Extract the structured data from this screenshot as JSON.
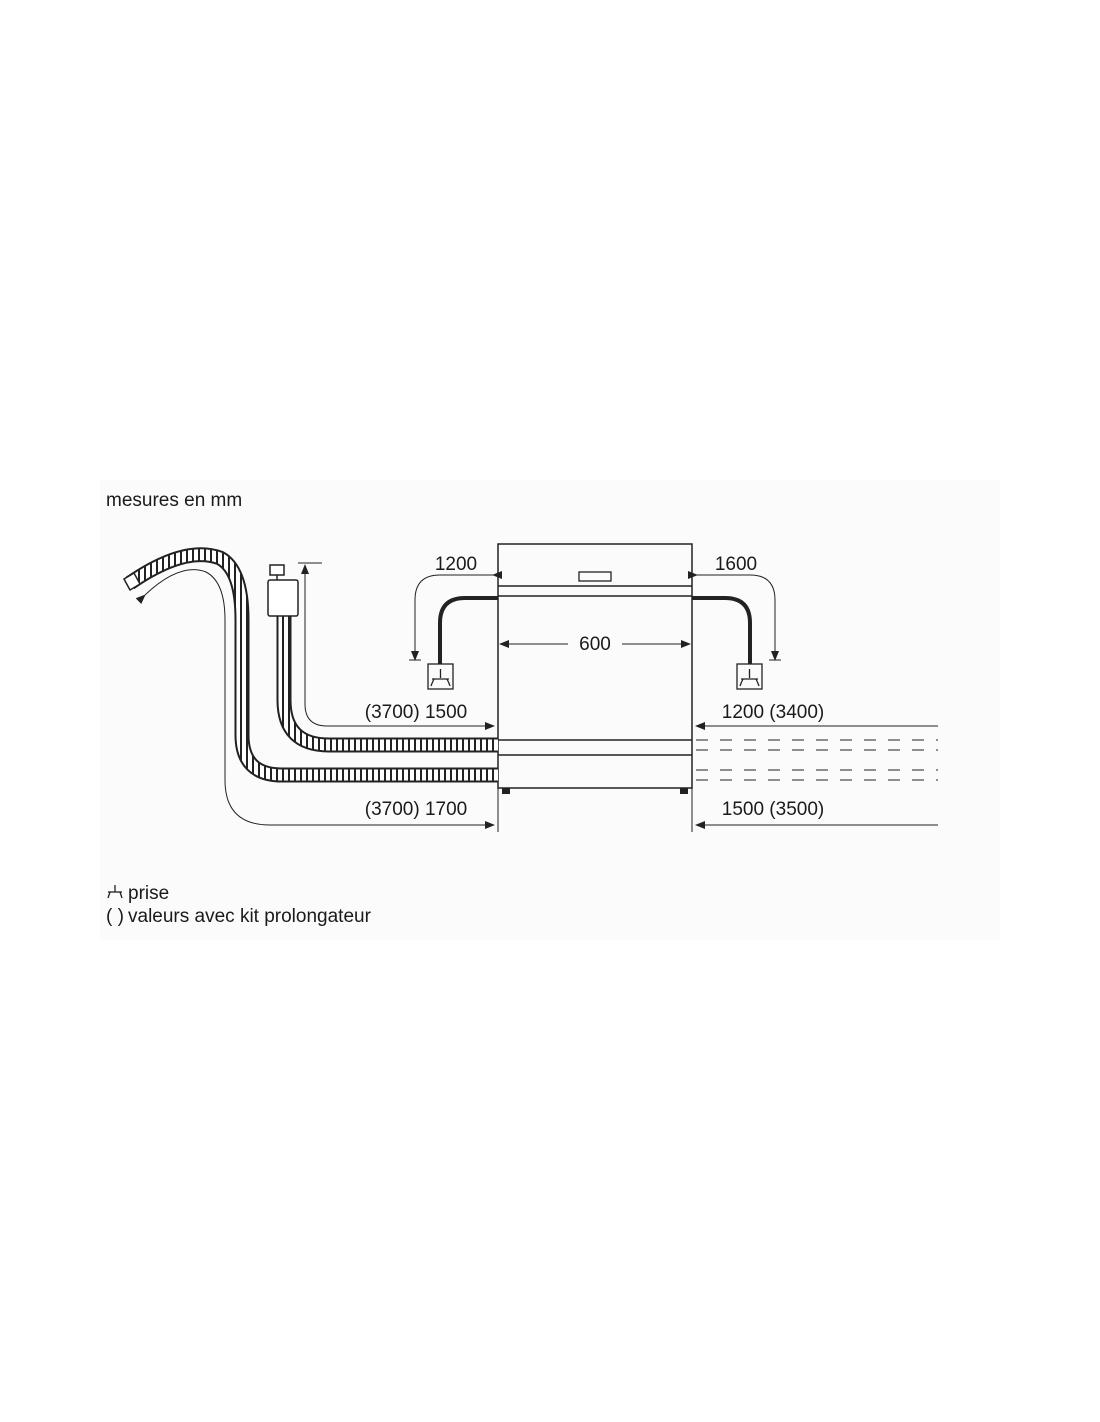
{
  "header": {
    "units_note": "mesures en mm"
  },
  "dimensions": {
    "width": "600",
    "left_power_cord": "1200",
    "right_power_cord": "1600",
    "inlet_hose_left": "(3700) 1500",
    "drain_hose_left": "(3700) 1700",
    "inlet_hose_right": "1200 (3400)",
    "drain_hose_right": "1500 (3500)"
  },
  "legend": {
    "outlet_symbol_name": "socket-icon",
    "outlet_label": "prise",
    "extension_symbol": "( )",
    "extension_label": "valeurs avec kit prolongateur"
  }
}
